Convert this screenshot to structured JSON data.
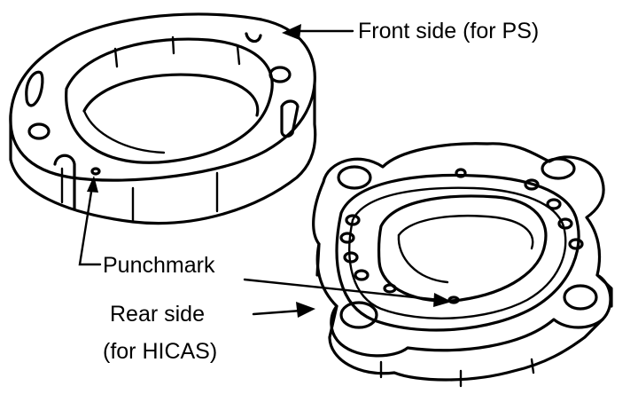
{
  "labels": {
    "front_side": "Front side (for PS)",
    "punchmark": "Punchmark",
    "rear_side_line1": "Rear side",
    "rear_side_line2": "(for HICAS)"
  }
}
